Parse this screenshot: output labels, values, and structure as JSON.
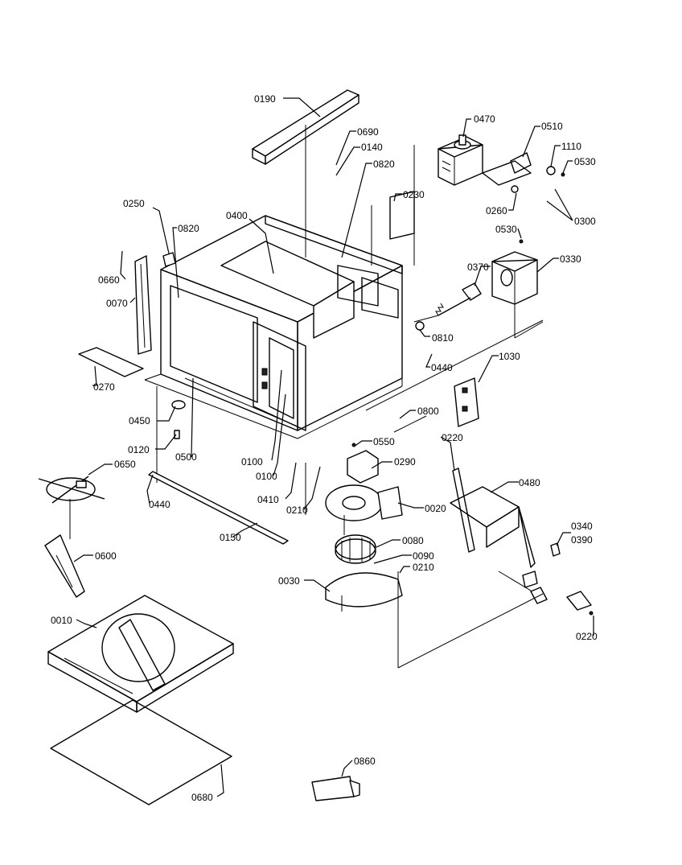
{
  "callouts": {
    "c0190": "0190",
    "c0690": "0690",
    "c0140": "0140",
    "c0820a": "0820",
    "c0470": "0470",
    "c0510": "0510",
    "c1110": "1110",
    "c0530a": "0530",
    "c0230": "0230",
    "c0260": "0260",
    "c0300": "0300",
    "c0530b": "0530",
    "c0250": "0250",
    "c0820b": "0820",
    "c0400": "0400",
    "c0330": "0330",
    "c0660": "0660",
    "c0070": "0070",
    "c0370": "0370",
    "c0810": "0810",
    "c0440a": "0440",
    "c1030": "1030",
    "c0270": "0270",
    "c0800": "0800",
    "c0450": "0450",
    "c0220a": "0220",
    "c0120": "0120",
    "c0500": "0500",
    "c0550": "0550",
    "c0100a": "0100",
    "c0290": "0290",
    "c0650": "0650",
    "c0100b": "0100",
    "c0480": "0480",
    "c0410": "0410",
    "c0440b": "0440",
    "c0210a": "0210",
    "c0020": "0020",
    "c0340": "0340",
    "c0390": "0390",
    "c0150": "0150",
    "c0080": "0080",
    "c0600": "0600",
    "c0090": "0090",
    "c0210b": "0210",
    "c0030": "0030",
    "c0010": "0010",
    "c0220b": "0220",
    "c0860": "0860",
    "c0680": "0680"
  }
}
